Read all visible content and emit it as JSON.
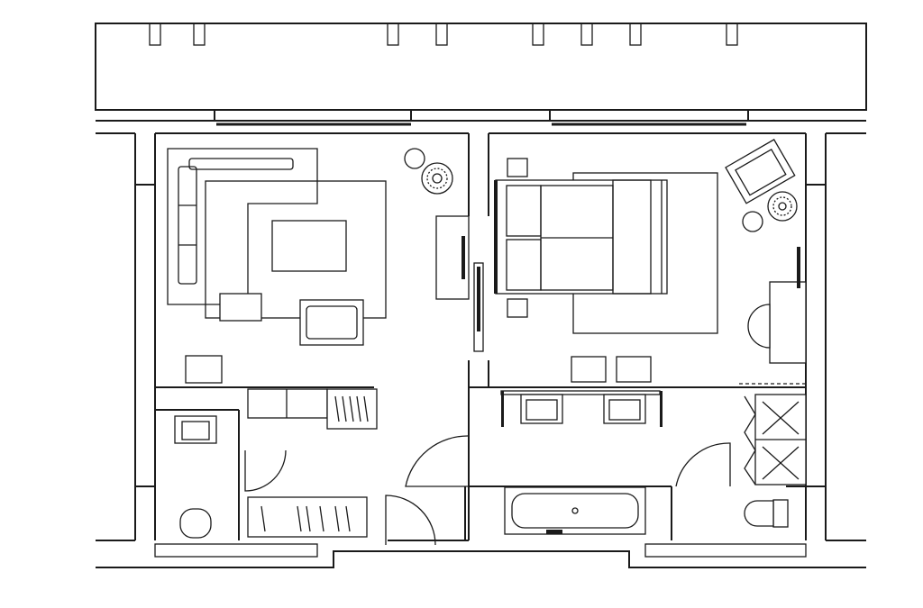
{
  "colors": {
    "line": "#1a1a1a",
    "background": "#ffffff"
  },
  "icons": [
    "floor-plan",
    "sofa",
    "bed",
    "armchair",
    "bathtub",
    "toilet",
    "sink",
    "door",
    "wardrobe",
    "plant"
  ]
}
